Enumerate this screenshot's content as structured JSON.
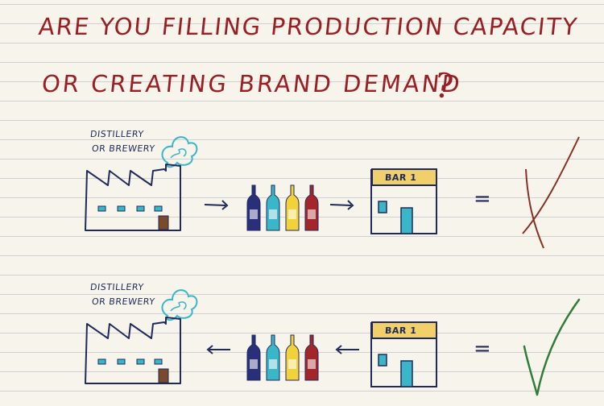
{
  "title": {
    "line1": "ARE YOU FILLING PRODUCTION CAPACITY",
    "line2": "OR CREATING BRAND DEMAND",
    "question_mark": "?"
  },
  "scenes": [
    {
      "factory_label_line1": "DISTILLERY",
      "factory_label_line2": "OR BREWERY",
      "flow_direction": "factory-to-bar",
      "bar_name": "BAR 1",
      "equals": "=",
      "verdict": "cross",
      "verdict_color": "#8b2e24"
    },
    {
      "factory_label_line1": "DISTILLERY",
      "factory_label_line2": "OR BREWERY",
      "flow_direction": "bar-to-factory",
      "bar_name": "BAR 1",
      "equals": "=",
      "verdict": "check",
      "verdict_color": "#2f7d3a"
    }
  ],
  "colors": {
    "ink": "#202a5a",
    "title": "#9a1f24",
    "smoke": "#3ab6c9",
    "window": "#3ab6c9",
    "door": "#7a4a2b",
    "bar_sign": "#f1cf6a",
    "bottles": [
      "#2a2f7a",
      "#3ab6c9",
      "#f2d23a",
      "#a3262a"
    ]
  }
}
